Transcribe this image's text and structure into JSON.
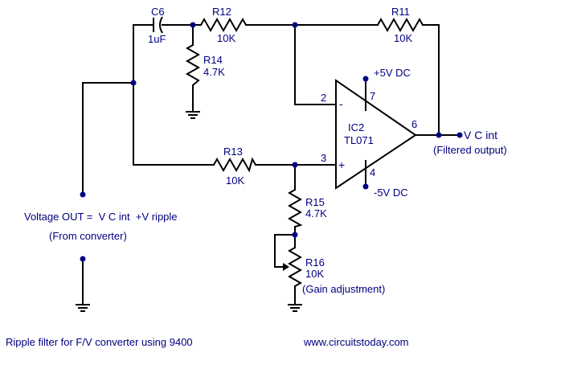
{
  "components": {
    "c6": {
      "ref": "C6",
      "value": "1uF"
    },
    "r12": {
      "ref": "R12",
      "value": "10K"
    },
    "r11": {
      "ref": "R11",
      "value": "10K"
    },
    "r14": {
      "ref": "R14",
      "value": "4.7K"
    },
    "r13": {
      "ref": "R13",
      "value": "10K"
    },
    "r15": {
      "ref": "R15",
      "value": "4.7K"
    },
    "r16": {
      "ref": "R16",
      "value": "10K",
      "note": "(Gain adjustment)"
    }
  },
  "opamp": {
    "ref": "IC2",
    "part": "TL071",
    "pin_inverting": "2",
    "pin_noninverting": "3",
    "pin_output": "6",
    "pin_vplus": "7",
    "pin_vminus": "4",
    "sign_minus": "-",
    "sign_plus": "+",
    "supply_positive": "+5V DC",
    "supply_negative": "-5V DC"
  },
  "output": {
    "label": "V C int",
    "note": "(Filtered output)"
  },
  "input": {
    "label": "Voltage OUT =  V C int  +V ripple",
    "note": "(From converter)"
  },
  "footer": {
    "caption": "Ripple filter for F/V converter using 9400",
    "website": "www.circuitstoday.com"
  }
}
